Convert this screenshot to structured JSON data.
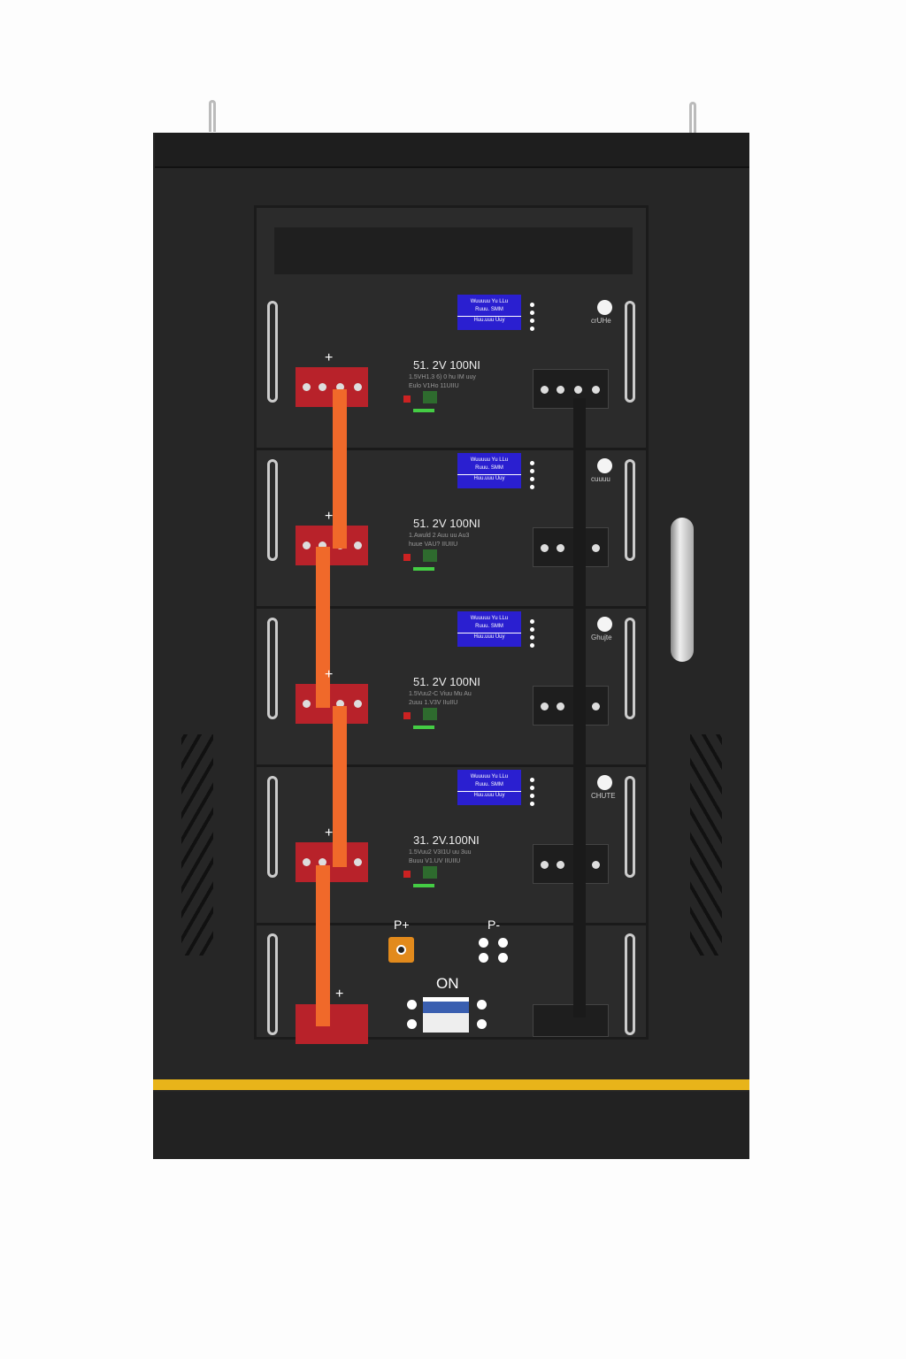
{
  "modules": [
    {
      "spec": "51. 2V 100NI",
      "line1": "1.5VH1.3 6) 0 hu IM uuy",
      "line2": "Eulo V1Ho 11UIIU",
      "display": [
        "Wuuuuu Yu LLu",
        "Ruuu. SMM",
        "Huu.uuu Uuy"
      ],
      "button_label": "crUHe"
    },
    {
      "spec": "51. 2V 100NI",
      "line1": "1.Awuld 2 Auu uu Au3",
      "line2": "huue VAU? IIUIIU",
      "display": [
        "Wuuuuu Yu LLu",
        "Ruuu. SMM",
        "Huu.uuu Uuy"
      ],
      "button_label": "cuuuu"
    },
    {
      "spec": "51. 2V 100NI",
      "line1": "1.5Vuu2-C Viuu Mu Au",
      "line2": "2uuu 1.V3V IIuIIU",
      "display": [
        "Wuuuuu Yu LLu",
        "Ruuu. SMM",
        "Huu.uuu Uuy"
      ],
      "button_label": "Ghujte"
    },
    {
      "spec": "31. 2V.100NI",
      "line1": "1.5Vuu2 V3I1U uu 3uu",
      "line2": "Buuu V1.UV IIUIIU",
      "display": [
        "Wuuuuu Yu LLu",
        "Ruuu. SMM",
        "Huu.uuu Uuy"
      ],
      "button_label": "CHUTE"
    }
  ],
  "bottom": {
    "p_plus": "P+",
    "p_minus": "P-",
    "switch_label": "ON"
  },
  "colors": {
    "cabinet": "#262626",
    "stripe": "#e8b41a",
    "busbar": "#f0692a",
    "terminal": "#b8222a",
    "display": "#2a1fd0"
  }
}
